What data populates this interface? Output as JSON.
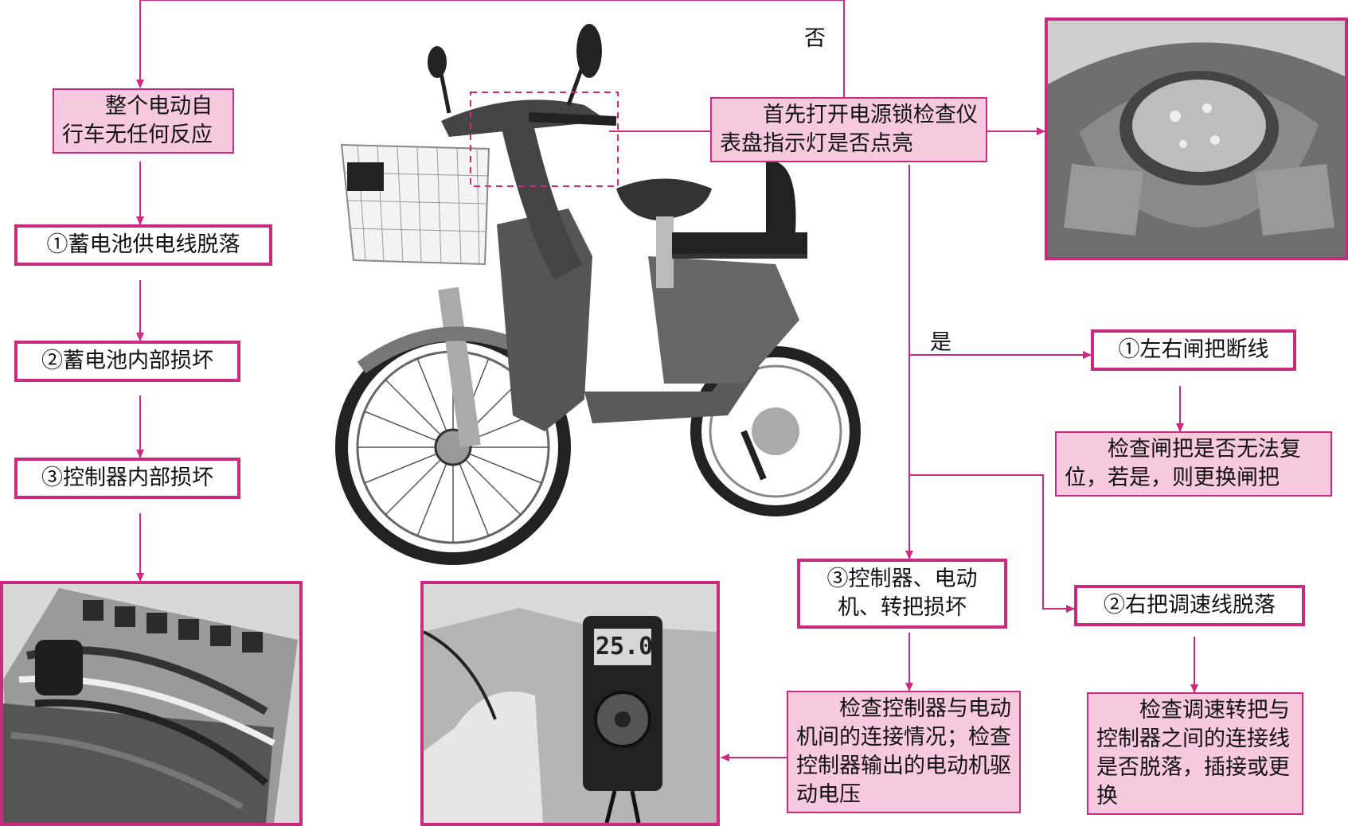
{
  "colors": {
    "accent": "#cc2a7f",
    "box_fill": "#f6c9df"
  },
  "start_box": "整个电动自行车无任何反应",
  "check_box": "首先打开电源锁检查仪表盘指示灯是否点亮",
  "no_label": "否",
  "yes_label": "是",
  "left_causes": [
    "①蓄电池供电线脱落",
    "②蓄电池内部损坏",
    "③控制器内部损坏"
  ],
  "right_causes": {
    "brake": "①左右闸把断线",
    "brake_action": "检查闸把是否无法复位，若是，则更换闸把",
    "throttle": "②右把调速线脱落",
    "throttle_action": "检查调速转把与控制器之间的连接线是否脱落，插接或更换",
    "controller": "③控制器、电动机、转把损坏",
    "controller_action": "检查控制器与电动机间的连接情况；检查控制器输出的电动机驱动电压"
  },
  "multimeter_reading": "25.0",
  "photos": [
    "electric-bicycle-photo",
    "dashboard-photo",
    "controller-board-photo",
    "multimeter-test-photo"
  ]
}
